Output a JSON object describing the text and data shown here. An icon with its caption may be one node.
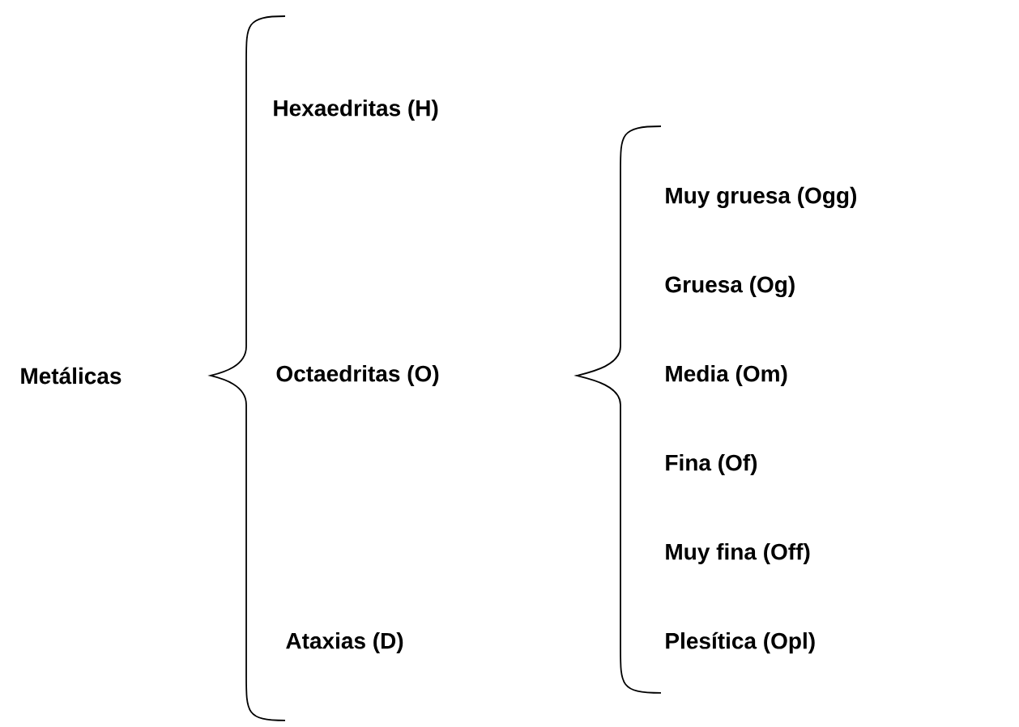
{
  "diagram": {
    "labels": [
      "Hexaedritas (H)",
      "Muy gruesa (Ogg)",
      "Gruesa (Og)",
      "Metálicas",
      "Octaedritas (O)",
      "Media (Om)",
      "Fina (Of)",
      "Muy fina (Off)",
      "Ataxias (D)",
      "Plesítica (Opl)"
    ]
  }
}
